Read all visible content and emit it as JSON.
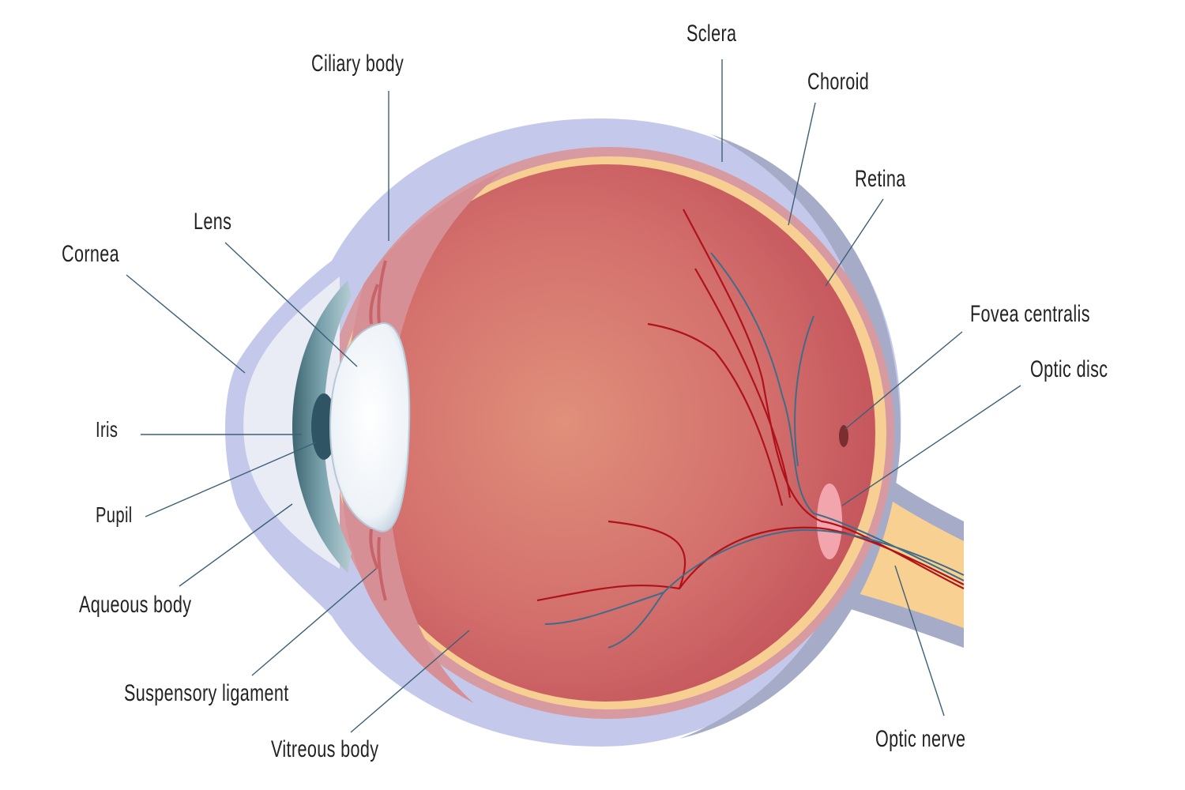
{
  "diagram": {
    "labels": {
      "sclera": "Sclera",
      "ciliary_body": "Ciliary body",
      "choroid": "Choroid",
      "retina": "Retina",
      "lens": "Lens",
      "cornea": "Cornea",
      "fovea_centralis": "Fovea centralis",
      "optic_disc": "Optic disc",
      "iris": "Iris",
      "pupil": "Pupil",
      "aqueous_body": "Aqueous body",
      "suspensory_ligament": "Suspensory ligament",
      "vitreous_body": "Vitreous body",
      "optic_nerve": "Optic nerve"
    },
    "colors": {
      "sclera": "#c4c9ec",
      "sclera_dark": "#a6acc8",
      "choroid": "#d79aa0",
      "retina": "#f7cf93",
      "vitreous_center": "#e0907b",
      "vitreous_edge": "#c2525a",
      "cornea": "#e9ecf4",
      "iris": "#5c8a96",
      "lens": "#f4f8fc",
      "artery": "#b0121a",
      "vein": "#3f6d89",
      "leader_line": "#3d5f77"
    }
  }
}
